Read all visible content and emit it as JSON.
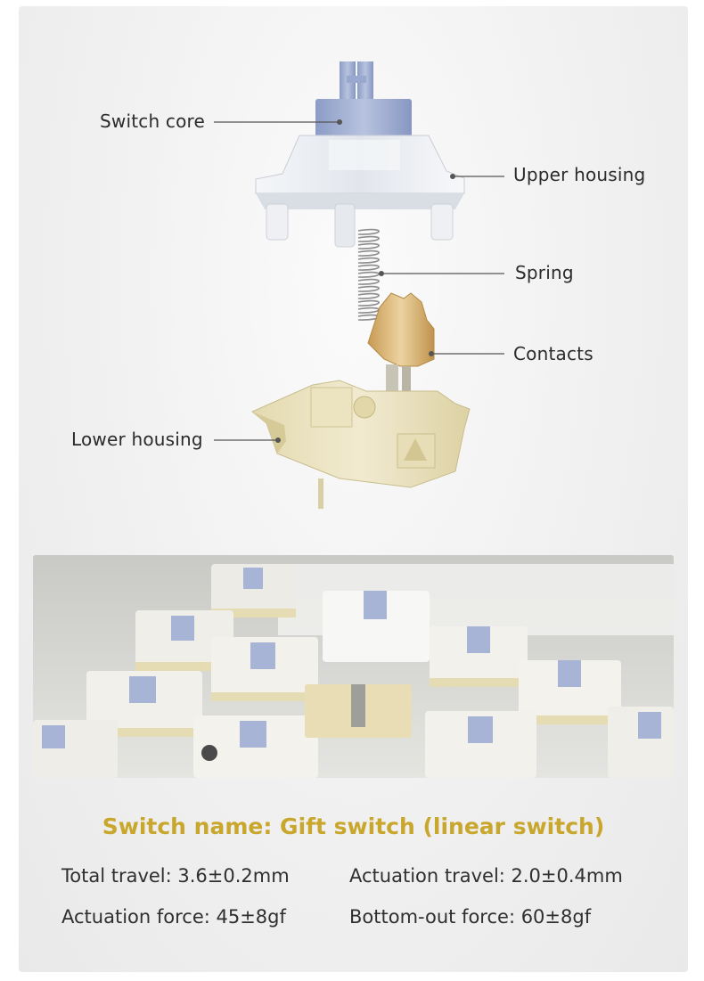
{
  "callouts": {
    "switch_core": "Switch core",
    "upper_housing": "Upper housing",
    "spring": "Spring",
    "contacts": "Contacts",
    "lower_housing": "Lower housing"
  },
  "switch_name": "Switch name: Gift switch (linear switch)",
  "specs": {
    "total_travel": "Total travel: 3.6±0.2mm",
    "actuation_travel": "Actuation travel: 2.0±0.4mm",
    "actuation_force": "Actuation force: 45±8gf",
    "bottom_out_force": "Bottom-out force: 60±8gf"
  },
  "colors": {
    "headline": "#c9a62c",
    "stem": "#a9b6d6",
    "housing_clear": "#eef0f3",
    "housing_base": "#ebe3bd",
    "contacts_gold": "#d8b878"
  }
}
